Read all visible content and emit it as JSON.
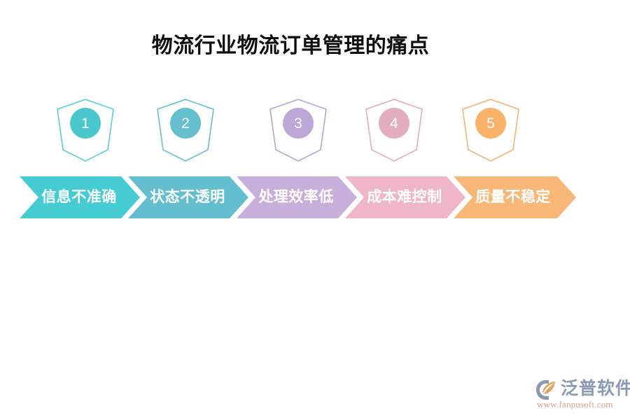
{
  "title": "物流行业物流订单管理的痛点",
  "steps": [
    {
      "number": "1",
      "label": "信息不准确",
      "outline_color": "#57CFD4",
      "badge_color": "#4BC8CE",
      "arrow_color": "#45CBD2"
    },
    {
      "number": "2",
      "label": "状态不透明",
      "outline_color": "#63BFCF",
      "badge_color": "#64BFCE",
      "arrow_color": "#63BFCF"
    },
    {
      "number": "3",
      "label": "处理效率低",
      "outline_color": "#B9A3D3",
      "badge_color": "#BCA7D8",
      "arrow_color": "#C8AFDB"
    },
    {
      "number": "4",
      "label": "成本难控制",
      "outline_color": "#E3A9BF",
      "badge_color": "#E2ADBF",
      "arrow_color": "#EEB6C8"
    },
    {
      "number": "5",
      "label": "质量不稳定",
      "outline_color": "#F6B172",
      "badge_color": "#F9B268",
      "arrow_color": "#F9B777"
    }
  ],
  "logo": {
    "wordmark": "泛普软件",
    "url": "www.fanpusoft.com",
    "mark_color_primary": "#8a9ab5",
    "mark_color_accent": "#e8a05c"
  }
}
